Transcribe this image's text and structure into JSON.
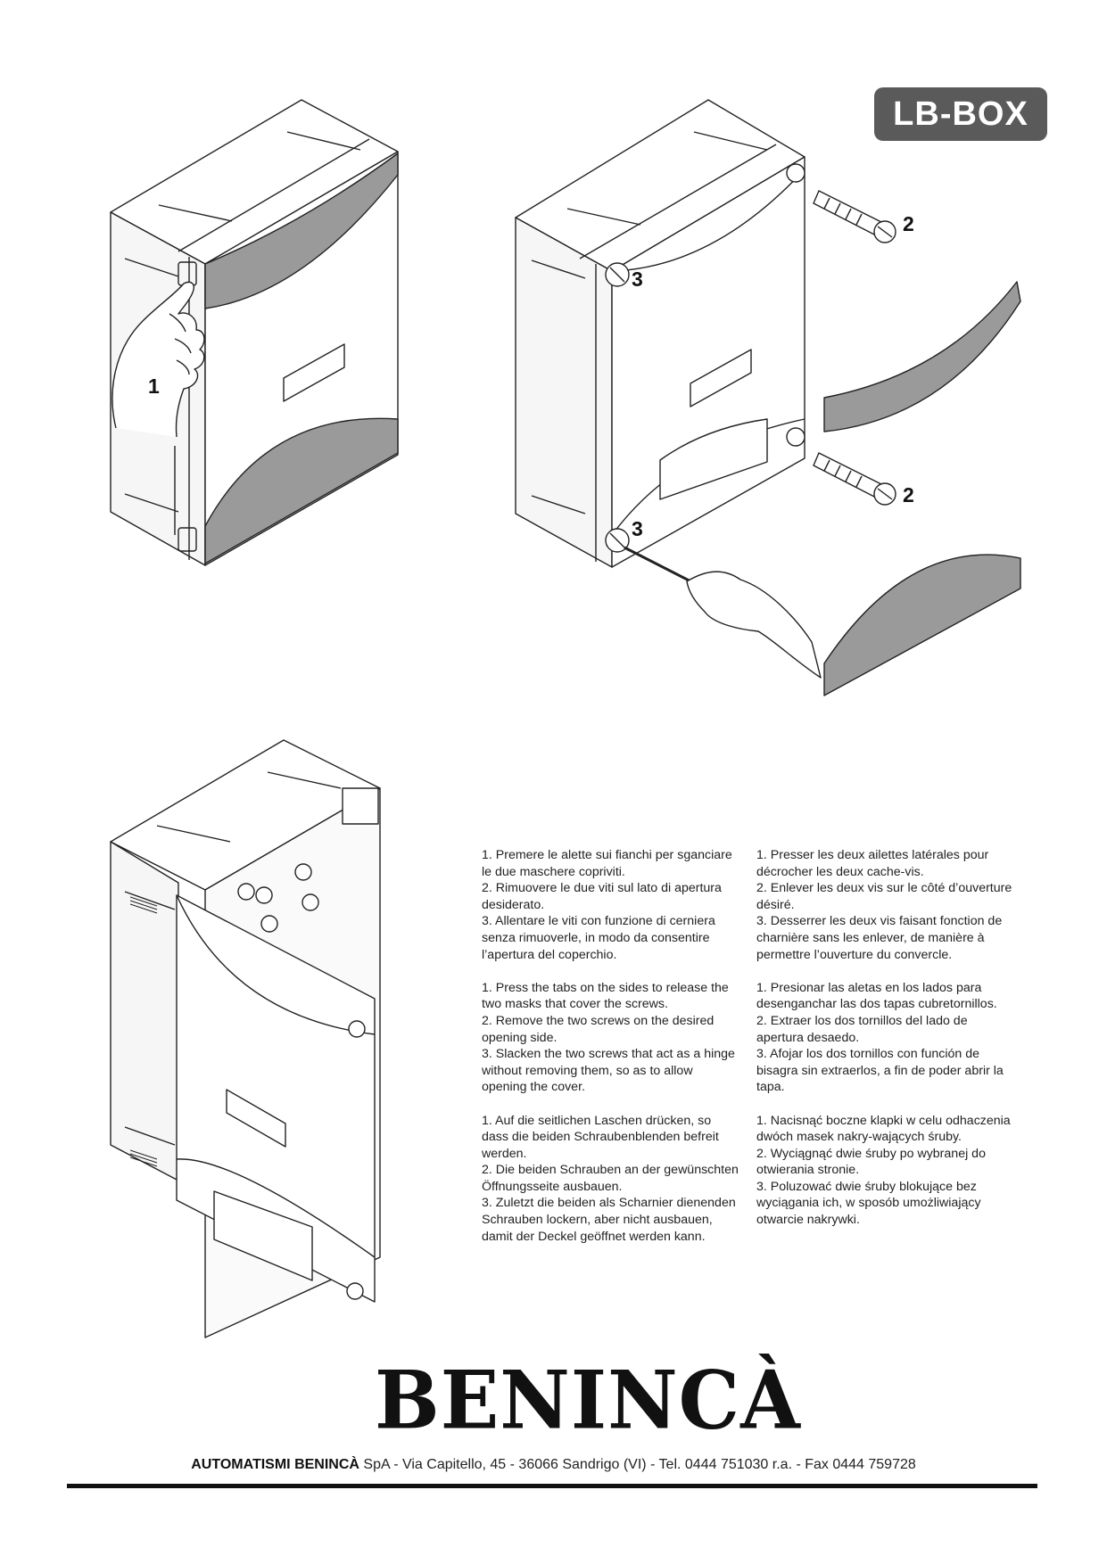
{
  "badge": {
    "label": "LB-BOX"
  },
  "callouts": {
    "fig1_step": "1",
    "fig2_screw_top": "2",
    "fig2_screw_bottom": "2",
    "fig2_hinge_top": "3",
    "fig2_hinge_bottom": "3"
  },
  "instructions": {
    "italian": [
      "1. Premere le alette sui fianchi per sganciare le due maschere copriviti.",
      "2. Rimuovere le due viti sul lato di apertura desiderato.",
      "3. Allentare le viti con funzione di cerniera senza rimuoverle, in modo da consentire l’apertura del coperchio."
    ],
    "english": [
      "1. Press the tabs on the sides to release the two masks that cover the screws.",
      "2. Remove the two screws on the desired opening side.",
      "3. Slacken the two screws that act as a hinge without removing them, so as to allow opening the cover."
    ],
    "german": [
      "1. Auf die seitlichen Laschen drücken, so dass die beiden Schraubenblenden befreit werden.",
      "2. Die beiden Schrauben an der gewünschten Öffnungsseite ausbauen.",
      "3. Zuletzt die beiden als Scharnier dienenden Schrauben lockern, aber nicht ausbauen, damit der Deckel geöffnet werden kann."
    ],
    "french": [
      "1. Presser les deux ailettes latérales pour décrocher les deux cache-vis.",
      "2. Enlever les deux vis sur le côté d’ouverture désiré.",
      "3. Desserrer les deux vis faisant fonction de charnière sans les enlever, de manière à permettre l’ouverture du convercle."
    ],
    "spanish": [
      "1. Presionar las aletas en los lados para desenganchar las dos tapas cubretornillos.",
      "2. Extraer los dos tornillos del lado de apertura desaedo.",
      "3. Afojar los dos tornillos con función de bisagra sin extraerlos, a fin de poder abrir la tapa."
    ],
    "polish": [
      "1. Nacisnąć boczne klapki w celu odhaczenia dwóch masek nakry-wających śruby.",
      "2. Wyciągnąć dwie śruby po wybranej do otwierania stronie.",
      "3. Poluzować dwie śruby blokujące bez wyciągania ich, w sposób umożliwiający otwarcie nakrywki."
    ]
  },
  "logo": {
    "text": "BENINCÀ"
  },
  "footer": {
    "company": "AUTOMATISMI BENINCÀ",
    "details": " SpA - Via Capitello, 45 - 36066 Sandrigo (VI) - Tel. 0444 751030 r.a. - Fax 0444 759728"
  },
  "colors": {
    "badge_bg": "#5a5a5a",
    "panel_gray": "#9a9a9a",
    "line": "#222222"
  }
}
